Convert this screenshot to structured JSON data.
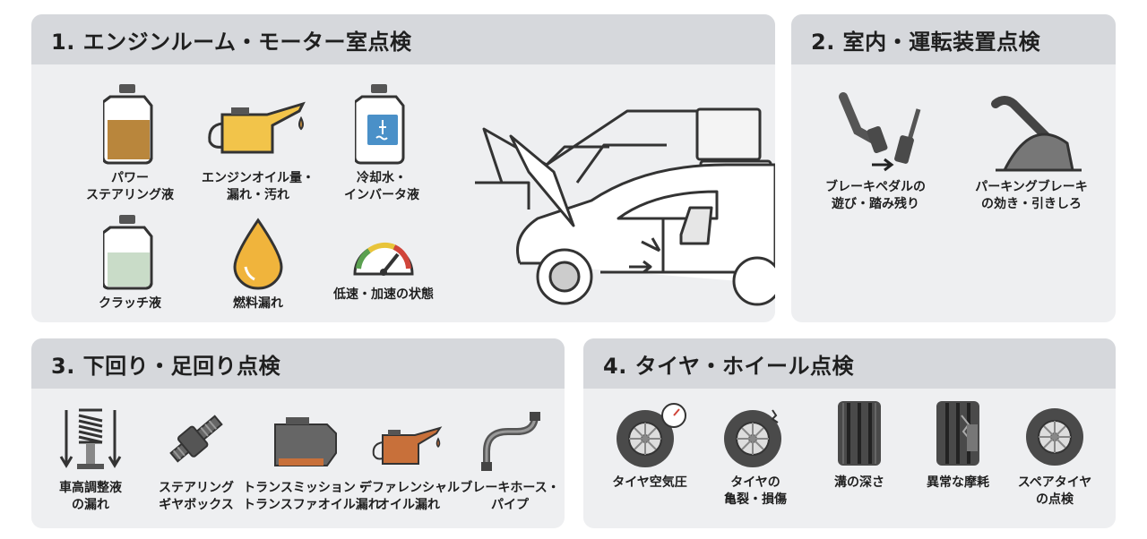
{
  "sections": [
    {
      "title": "1. エンジンルーム・モーター室点検",
      "items": [
        {
          "icon": "power-steering-fluid-bottle-icon",
          "lines": [
            "パワー",
            "ステアリング液"
          ]
        },
        {
          "icon": "oil-can-icon",
          "lines": [
            "エンジンオイル量・",
            "漏れ・汚れ"
          ]
        },
        {
          "icon": "coolant-bottle-icon",
          "lines": [
            "冷却水・",
            "インバータ液"
          ]
        },
        {
          "icon": "clutch-fluid-bottle-icon",
          "lines": [
            "クラッチ液"
          ]
        },
        {
          "icon": "fuel-drop-icon",
          "lines": [
            "燃料漏れ"
          ]
        },
        {
          "icon": "speed-gauge-icon",
          "lines": [
            "低速・加速の状態"
          ]
        }
      ]
    },
    {
      "title": "2. 室内・運転装置点検",
      "items": [
        {
          "icon": "brake-pedal-icon",
          "lines": [
            "ブレーキペダルの",
            "遊び・踏み残り"
          ]
        },
        {
          "icon": "parking-brake-lever-icon",
          "lines": [
            "パーキングブレーキ",
            "の効き・引きしろ"
          ]
        }
      ]
    },
    {
      "title": "3. 下回り・足回り点検",
      "items": [
        {
          "icon": "suspension-spring-icon",
          "lines": [
            "車高調整液",
            "の漏れ"
          ]
        },
        {
          "icon": "steering-gearbox-icon",
          "lines": [
            "ステアリング",
            "ギヤボックス"
          ]
        },
        {
          "icon": "transmission-icon",
          "lines": [
            "トランスミッション・",
            "トランスファオイル漏れ"
          ]
        },
        {
          "icon": "differential-oil-can-icon",
          "lines": [
            "デファレンシャル",
            "オイル漏れ"
          ]
        },
        {
          "icon": "brake-hose-icon",
          "lines": [
            "ブレーキホース・",
            "パイプ"
          ]
        }
      ]
    },
    {
      "title": "4. タイヤ・ホイール点検",
      "items": [
        {
          "icon": "tire-pressure-icon",
          "lines": [
            "タイヤ空気圧"
          ]
        },
        {
          "icon": "tire-crack-icon",
          "lines": [
            "タイヤの",
            "亀裂・損傷"
          ]
        },
        {
          "icon": "tread-depth-icon",
          "lines": [
            "溝の深さ"
          ]
        },
        {
          "icon": "abnormal-wear-icon",
          "lines": [
            "異常な摩耗"
          ]
        },
        {
          "icon": "spare-tire-icon",
          "lines": [
            "スペアタイヤ",
            "の点検"
          ]
        }
      ]
    }
  ],
  "illustration": {
    "icon": "car-hood-open-icon"
  },
  "colors": {
    "panel_bg": "#eeeff1",
    "header_bg": "#d6d8dc",
    "oil_yellow": "#f2c44a",
    "fluid_brown": "#b9863c",
    "coolant_blue": "#4a90c8",
    "clutch_green": "#c9dcc8",
    "fuel_amber": "#f0b43c",
    "diff_orange": "#c8703a",
    "tire_dark": "#4a4a4a"
  }
}
